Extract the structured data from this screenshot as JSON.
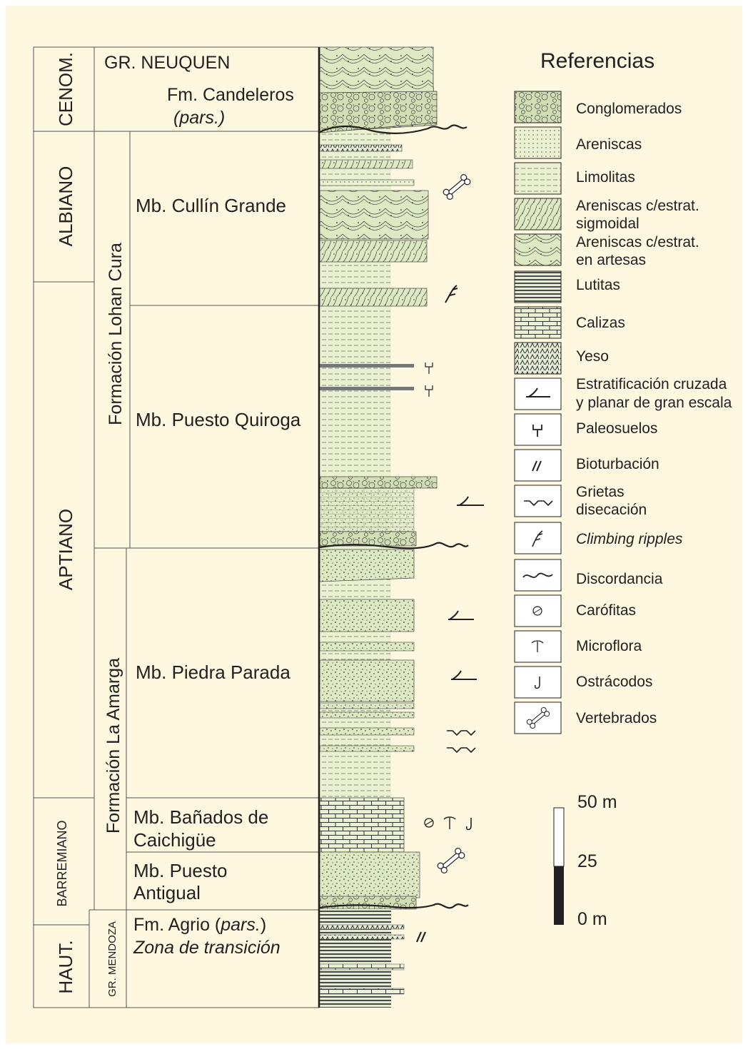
{
  "ages": [
    {
      "id": "cenom",
      "label": "CENOM."
    },
    {
      "id": "albiano",
      "label": "ALBIANO"
    },
    {
      "id": "aptiano",
      "label": "APTIANO"
    },
    {
      "id": "barremiano",
      "label": "BARREMIANO"
    },
    {
      "id": "haut",
      "label": "HAUT."
    }
  ],
  "groups": {
    "neuquen": "GR. NEUQUEN",
    "mendoza": "GR. MENDOZA"
  },
  "formations": {
    "candeleros": "Fm. Candeleros",
    "candeleros_pars": "(pars.)",
    "lohan_cura": "Formación Lohan Cura",
    "la_amarga": "Formación La Amarga",
    "agrio": "Fm. Agrio (",
    "agrio_pars": "pars.",
    "agrio_close": ")",
    "transicion": "Zona de transición"
  },
  "members": {
    "cullin": "Mb. Cullín Grande",
    "quiroga": "Mb. Puesto Quiroga",
    "piedra": "Mb. Piedra Parada",
    "banados_1": "Mb. Bañados de",
    "banados_2": "Caichigüe",
    "antigual_1": "Mb. Puesto",
    "antigual_2": "Antigual"
  },
  "legend": {
    "title": "Referencias",
    "items": [
      {
        "key": "conglomerados",
        "lines": [
          "Conglomerados"
        ],
        "italic": false,
        "icon": "conglomerate-pattern"
      },
      {
        "key": "areniscas",
        "lines": [
          "Areniscas"
        ],
        "italic": false,
        "icon": "sandstone-pattern"
      },
      {
        "key": "limolitas",
        "lines": [
          "Limolitas"
        ],
        "italic": false,
        "icon": "siltstone-pattern"
      },
      {
        "key": "sigmoidal",
        "lines": [
          "Areniscas c/estrat.",
          "sigmoidal"
        ],
        "italic": false,
        "icon": "sigmoidal-pattern"
      },
      {
        "key": "artesas",
        "lines": [
          "Areniscas c/estrat.",
          "en artesas"
        ],
        "italic": false,
        "icon": "trough-pattern"
      },
      {
        "key": "lutitas",
        "lines": [
          "Lutitas"
        ],
        "italic": false,
        "icon": "shale-pattern"
      },
      {
        "key": "calizas",
        "lines": [
          "Calizas"
        ],
        "italic": false,
        "icon": "limestone-pattern"
      },
      {
        "key": "yeso",
        "lines": [
          "Yeso"
        ],
        "italic": false,
        "icon": "gypsum-pattern"
      },
      {
        "key": "estrat",
        "lines": [
          "Estratificación cruzada",
          "y planar de gran escala"
        ],
        "italic": false,
        "icon": "cross-bedding-icon"
      },
      {
        "key": "paleosuelos",
        "lines": [
          "Paleosuelos"
        ],
        "italic": false,
        "icon": "paleosol-icon"
      },
      {
        "key": "bioturbacion",
        "lines": [
          "Bioturbación"
        ],
        "italic": false,
        "icon": "bioturbation-icon"
      },
      {
        "key": "grietas",
        "lines": [
          "Grietas",
          "disecación"
        ],
        "italic": false,
        "icon": "mudcrack-icon"
      },
      {
        "key": "climbing",
        "lines": [
          "Climbing ripples"
        ],
        "italic": true,
        "icon": "climbing-ripples-icon"
      },
      {
        "key": "discordancia",
        "lines": [
          "Discordancia"
        ],
        "italic": false,
        "icon": "unconformity-icon"
      },
      {
        "key": "carofitas",
        "lines": [
          "Carófitas"
        ],
        "italic": false,
        "icon": "charophyte-icon"
      },
      {
        "key": "microflora",
        "lines": [
          "Microflora"
        ],
        "italic": false,
        "icon": "microflora-icon"
      },
      {
        "key": "ostracodos",
        "lines": [
          "Ostrácodos"
        ],
        "italic": false,
        "icon": "ostracod-icon"
      },
      {
        "key": "vertebrados",
        "lines": [
          "Vertebrados"
        ],
        "italic": false,
        "icon": "bone-icon"
      }
    ]
  },
  "scale": {
    "top": "50 m",
    "mid": "25",
    "bottom": "0 m"
  },
  "colors": {
    "background": "#fdf8df",
    "column_fill": "#e9f1d0",
    "sand_fill": "#dde9c2",
    "conglomerate_fill": "#d2dfb4",
    "ink": "#231f20"
  }
}
